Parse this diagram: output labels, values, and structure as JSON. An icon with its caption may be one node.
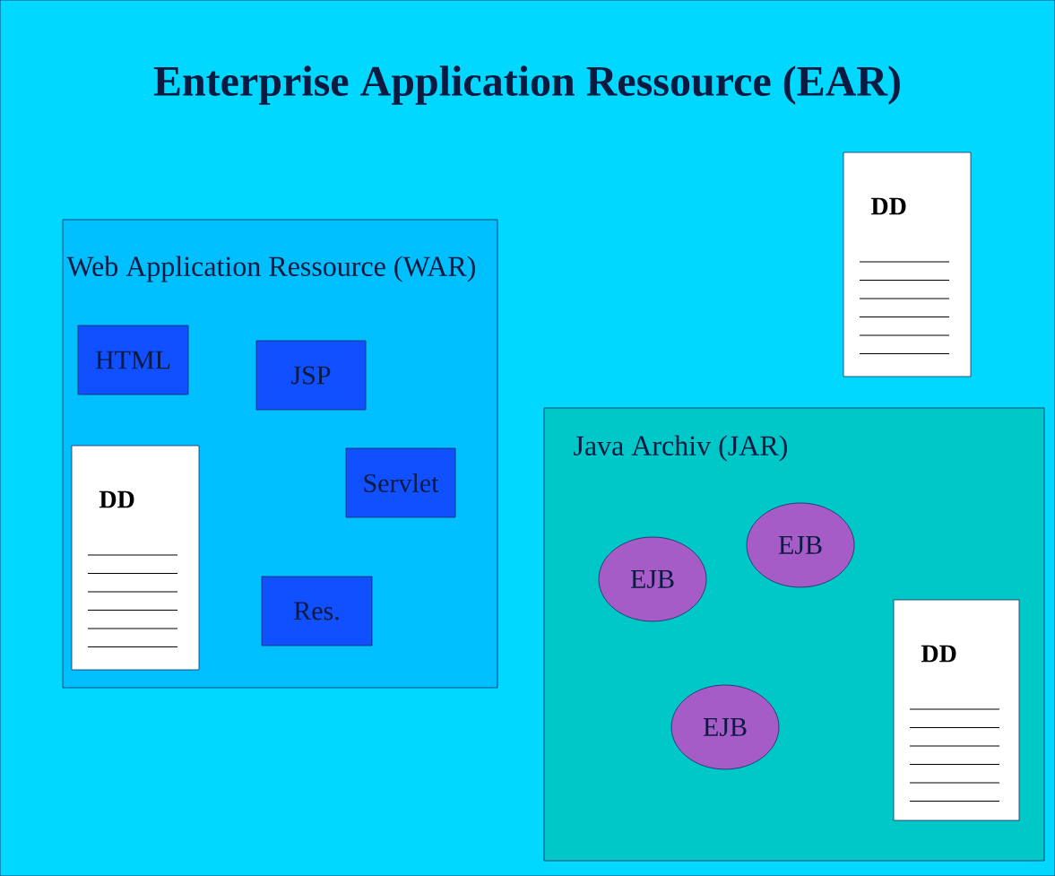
{
  "diagram": {
    "nodes": [
      {
        "text": [
          "Enterprise Application Ressource (EAR)"
        ]
      },
      {
        "text": [
          "Web Application Ressource (WAR)"
        ],
        "in": 0
      },
      {
        "text": [
          "HTML"
        ],
        "in": 1
      },
      {
        "text": [
          "JSP"
        ],
        "in": 1
      },
      {
        "text": [
          "DD"
        ],
        "in": 1
      },
      {
        "text": [
          "Servlet"
        ],
        "in": 1
      },
      {
        "text": [
          "Res."
        ],
        "in": 1
      },
      {
        "text": [
          "DD"
        ],
        "in": 0
      },
      {
        "text": [
          "Java Archiv (JAR)"
        ],
        "in": 0
      },
      {
        "text": [
          "EJB"
        ],
        "in": 8
      },
      {
        "text": [
          "EJB"
        ],
        "in": 8
      },
      {
        "text": [
          "DD"
        ],
        "in": 8
      },
      {
        "text": [
          "EJB"
        ],
        "in": 8
      }
    ]
  }
}
